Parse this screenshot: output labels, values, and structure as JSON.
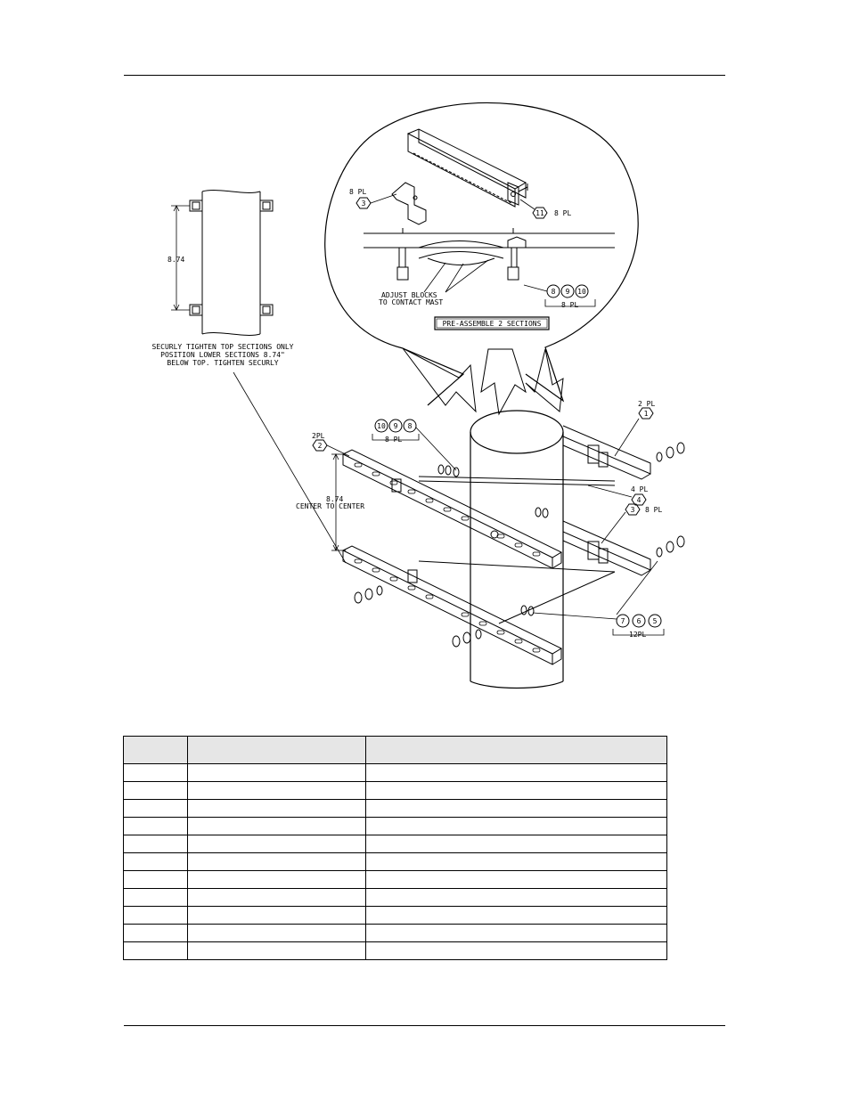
{
  "diagram": {
    "detail_callouts": {
      "bracket_qty": "8 PL",
      "bracket_num": "3",
      "nut_num": "11",
      "nut_qty": "8 PL",
      "bolt_set": [
        "8",
        "9",
        "10"
      ],
      "bolt_qty": "8 PL",
      "adjust_note_1": "ADJUST BLOCKS",
      "adjust_note_2": "TO CONTACT MAST",
      "preassemble_label": "PRE-ASSEMBLE 2 SECTIONS"
    },
    "side_view": {
      "dimension": "8.74",
      "note_line_1": "SECURLY TIGHTEN TOP SECTIONS ONLY",
      "note_line_2": "POSITION LOWER SECTIONS 8.74\"",
      "note_line_3": "BELOW TOP. TIGHTEN SECURLY"
    },
    "main_callouts": {
      "rail_left_qty": "2PL",
      "rail_left_num": "2",
      "rail_right_qty": "2 PL",
      "rail_right_num": "1",
      "bolt_set": [
        "10",
        "9",
        "8"
      ],
      "bolt_set_qty": "8 PL",
      "rod_qty": "4 PL",
      "rod_num": "4",
      "bracket_num": "3",
      "bracket_qty": "8 PL",
      "spacing_dim": "8.74",
      "spacing_note": "CENTER TO CENTER",
      "nut_set": [
        "7",
        "6",
        "5"
      ],
      "nut_set_qty": "12PL"
    }
  },
  "parts_table": {
    "headers": [
      "",
      "",
      ""
    ],
    "rows": [
      [
        "",
        "",
        ""
      ],
      [
        "",
        "",
        ""
      ],
      [
        "",
        "",
        ""
      ],
      [
        "",
        "",
        ""
      ],
      [
        "",
        "",
        ""
      ],
      [
        "",
        "",
        ""
      ],
      [
        "",
        "",
        ""
      ],
      [
        "",
        "",
        ""
      ],
      [
        "",
        "",
        ""
      ],
      [
        "",
        "",
        ""
      ],
      [
        "",
        "",
        ""
      ]
    ]
  }
}
